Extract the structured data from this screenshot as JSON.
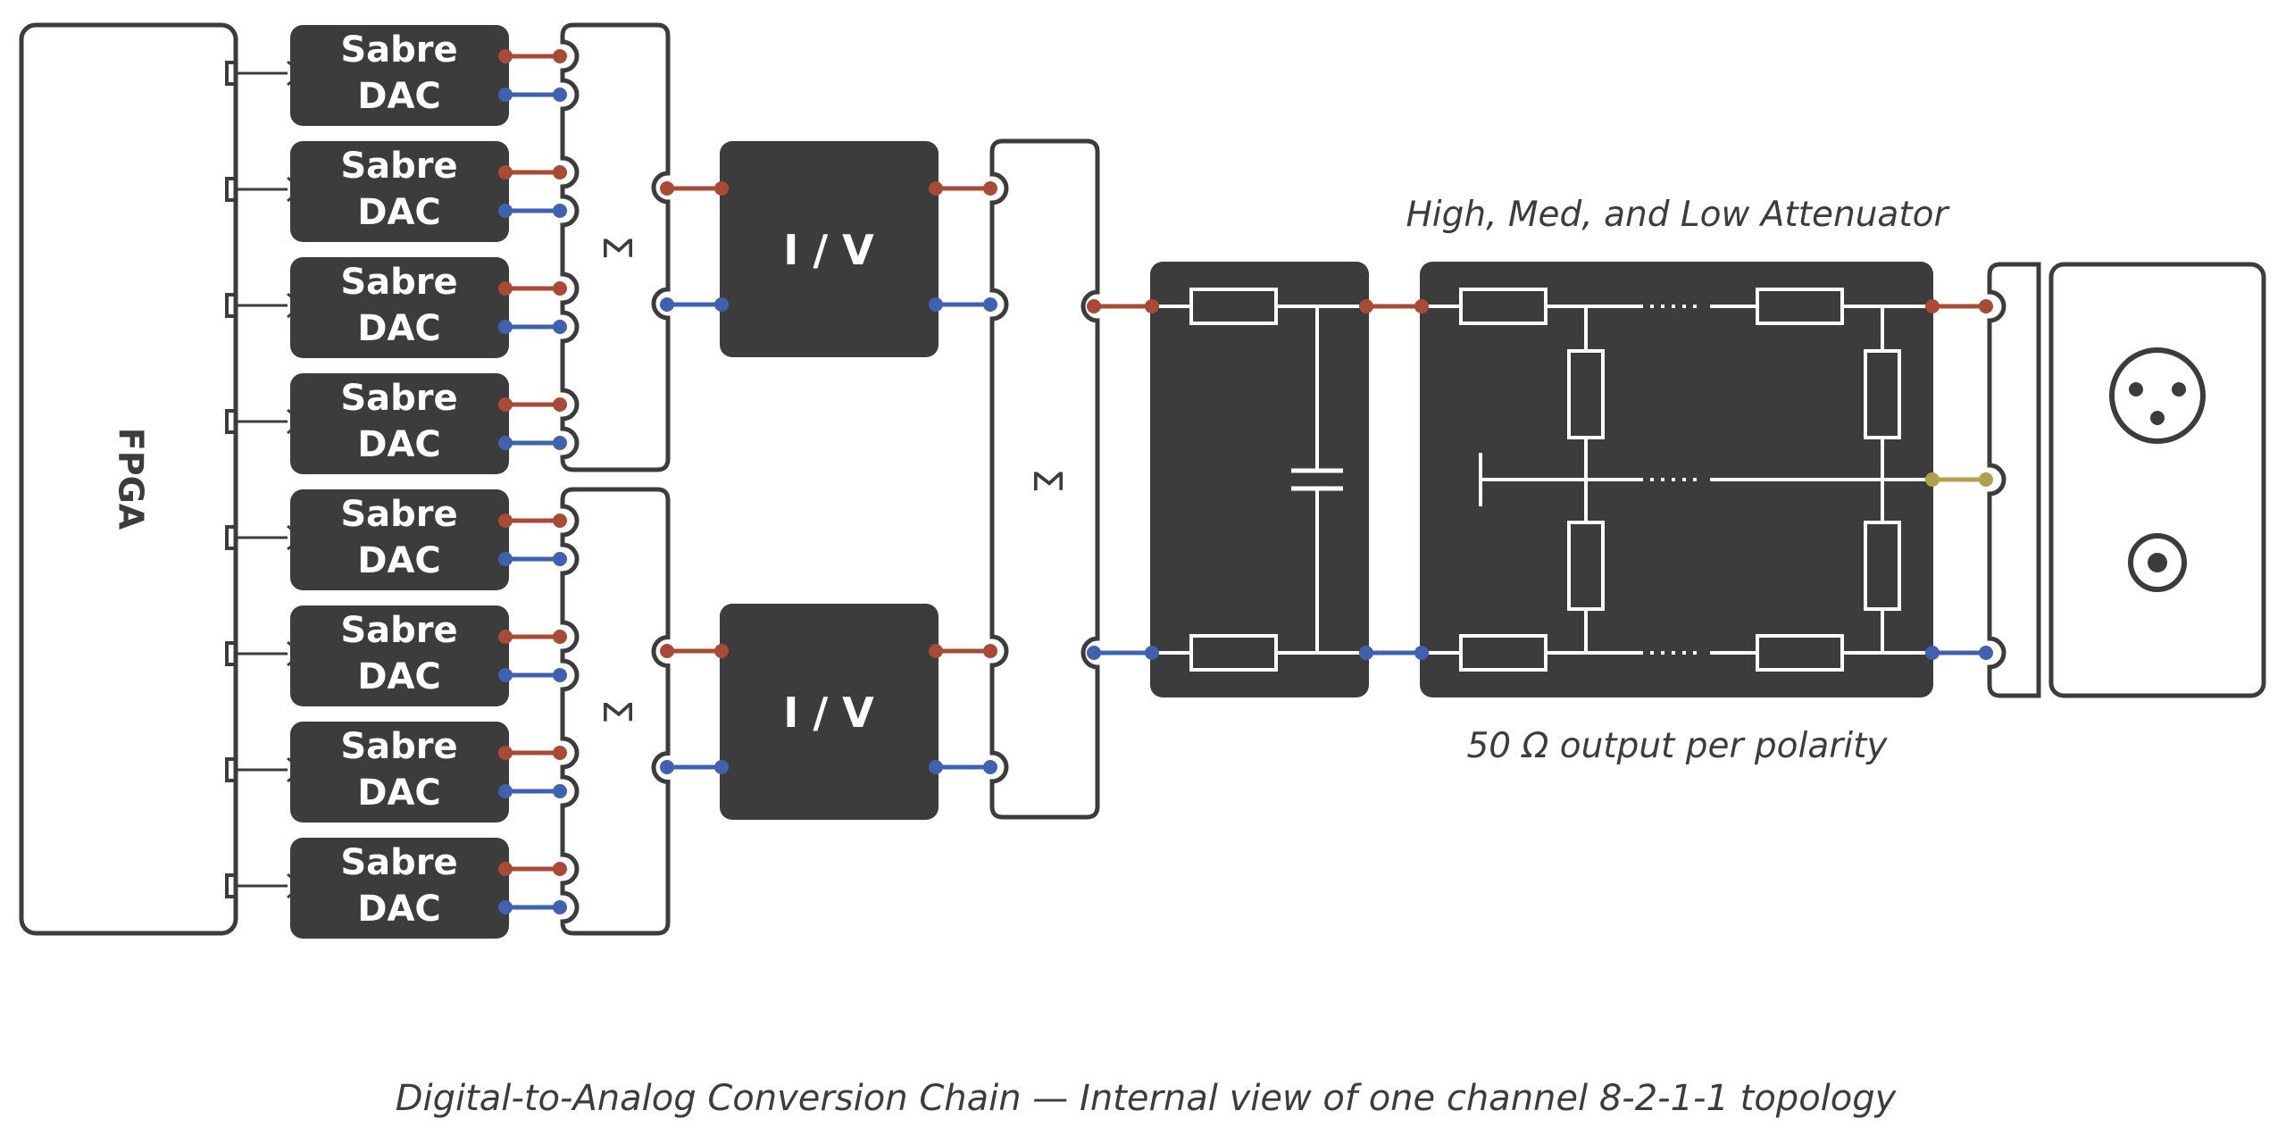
{
  "fpga": {
    "label": "FPGA"
  },
  "dacs": [
    {
      "line1": "Sabre",
      "line2": "DAC"
    },
    {
      "line1": "Sabre",
      "line2": "DAC"
    },
    {
      "line1": "Sabre",
      "line2": "DAC"
    },
    {
      "line1": "Sabre",
      "line2": "DAC"
    },
    {
      "line1": "Sabre",
      "line2": "DAC"
    },
    {
      "line1": "Sabre",
      "line2": "DAC"
    },
    {
      "line1": "Sabre",
      "line2": "DAC"
    },
    {
      "line1": "Sabre",
      "line2": "DAC"
    }
  ],
  "summers": [
    {
      "symbol": "Σ"
    },
    {
      "symbol": "Σ"
    },
    {
      "symbol": "Σ"
    }
  ],
  "iv_stages": [
    {
      "label": "I / V"
    },
    {
      "label": "I / V"
    }
  ],
  "attenuator": {
    "label": "High, Med, and Low Attenuator",
    "note": "50 Ω output per polarity"
  },
  "caption": "Digital-to-Analog Conversion Chain — Internal view of one channel 8-2-1-1 topology",
  "colors": {
    "outline": "#3c3c3c",
    "block": "#3c3c3c",
    "positive_line": "#a84a35",
    "negative_line": "#4060b0",
    "ground_line": "#b0a050",
    "circuit_line": "#ffffff"
  }
}
